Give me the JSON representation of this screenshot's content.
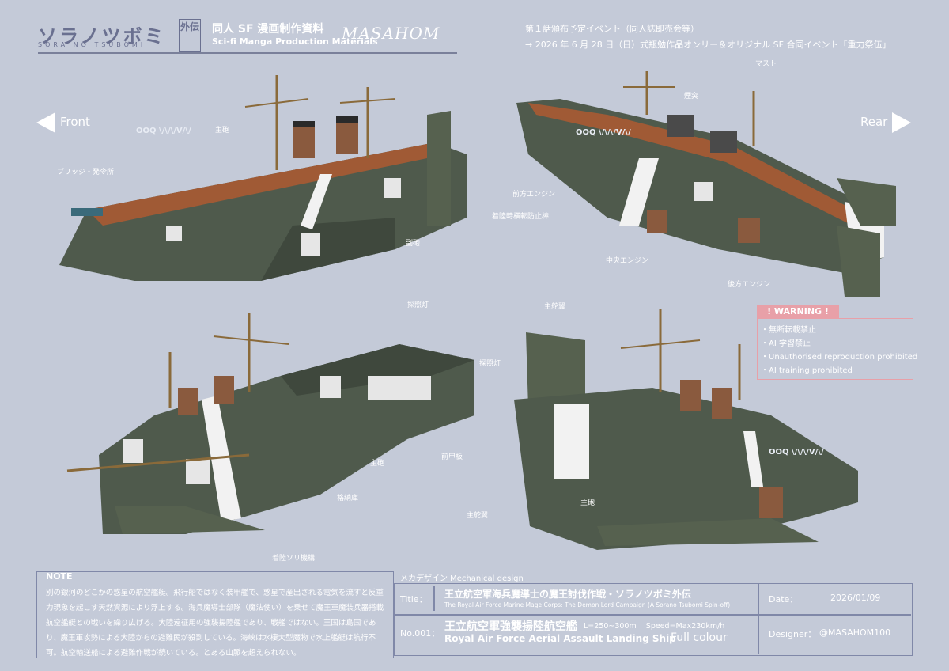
{
  "header": {
    "logo": "ソラノツボミ",
    "logo_sub": "SORA NO TSUBOMI",
    "gaiden": "外伝",
    "title_jp": "同人 SF 漫画制作資料",
    "title_en": "Sci-fi Manga Production Materials",
    "signature": "MASAHOM"
  },
  "event": {
    "line1": "第１話頒布予定イベント（同人誌即売会等）",
    "line2": "→ 2026 年 6 月 28 日（日）式瓶勉作品オンリー＆オリジナル SF 合同イベント「重力祭伍」"
  },
  "directions": {
    "front": "Front",
    "rear": "Rear"
  },
  "labels": {
    "main_gun_a": "主砲",
    "bridge": "ブリッジ・発令所",
    "secondary_gun": "副砲",
    "mast": "マスト",
    "funnel": "煙突",
    "front_engine": "前方エンジン",
    "anti_roll": "着陸時横転防止棒",
    "center_engine": "中央エンジン",
    "rear_engine": "後方エンジン",
    "searchlight_a": "探照灯",
    "searchlight_b": "探照灯",
    "main_gun_b": "主砲",
    "front_armor": "前甲板",
    "hangar": "格納庫",
    "skid": "着陸ソリ機構",
    "rudder_a": "主舵翼",
    "main_gun_c": "主砲",
    "rudder_b": "主舵翼"
  },
  "hull_marking": "OOQ \\/\\/\\/V/\\/",
  "warning": {
    "title": "! WARNING !",
    "items": [
      "・無断転載禁止",
      "・AI 学習禁止",
      "・Unauthorised reproduction prohibited",
      "・AI training prohibited"
    ]
  },
  "note": {
    "title": "NOTE",
    "text": "別の銀河のどこかの惑星の航空艦艇。飛行船ではなく装甲艦で、惑星で産出される電気を流すと反重力現象を起こす天然資源により浮上する。海兵魔導士部隊（魔法使い）を乗せて魔王軍魔装兵器搭載航空艦艇との戦いを繰り広げる。大陸遠征用の強襲揚陸艦であり、戦艦ではない。王国は島国であり、魔王軍攻勢による大陸からの避難民が殺到している。海峡は水棲大型魔物で水上艦艇は航行不可。航空輸送船による避難作戦が続いている。とある山脈を超えられない。"
  },
  "design": {
    "section": "メカデザイン Mechanical design",
    "title_label": "Title：",
    "title_jp": "王立航空軍海兵魔導士の魔王討伐作戦・ソラノツボミ外伝",
    "title_en": "The Royal Air Force Marine Mage Corps: The Demon Lord Campaign (A Sorano Tsubomi Spin-off)",
    "date_label": "Date：",
    "date": "2026/01/09",
    "no_label": "No.001：",
    "ship_jp": "王立航空軍強襲揚陸航空艦",
    "ship_en": "Royal Air Force Aerial Assault Landing Ship",
    "specs": "L=250~300m    Speed=Max230km/h",
    "colour": "Full colour",
    "designer_label": "Designer：",
    "designer": "@MASAHOM100"
  },
  "colors": {
    "background": "#c4cad8",
    "hull": "#4f5a4c",
    "deck": "#a05a35",
    "accent": "#7a809a",
    "warning": "#e8a0a8"
  }
}
